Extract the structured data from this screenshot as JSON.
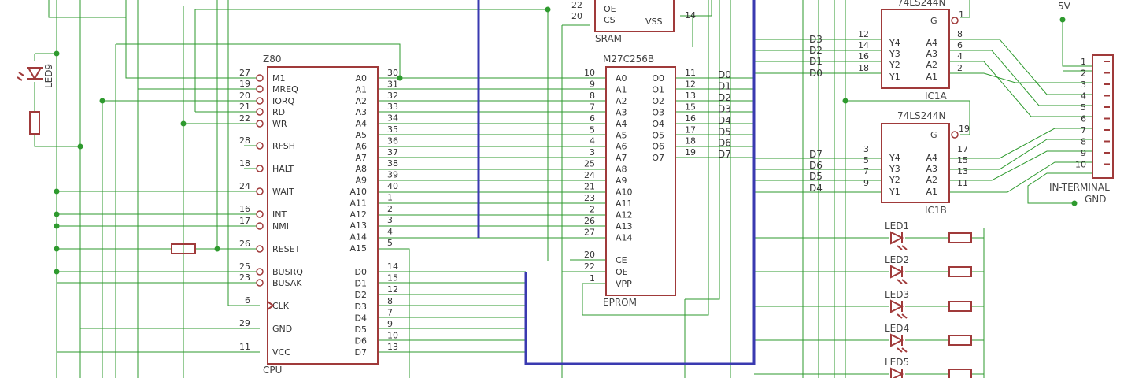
{
  "colors": {
    "wire": "#2e9a2e",
    "bus": "#3a3ab0",
    "part": "#a03a3a",
    "text": "#333333"
  },
  "cpu": {
    "name": "Z80",
    "label": "CPU",
    "left_pins": [
      {
        "num": "27",
        "name": "M1"
      },
      {
        "num": "19",
        "name": "MREQ"
      },
      {
        "num": "20",
        "name": "IORQ"
      },
      {
        "num": "21",
        "name": "RD"
      },
      {
        "num": "22",
        "name": "WR"
      },
      {
        "num": "28",
        "name": "RFSH"
      },
      {
        "num": "18",
        "name": "HALT"
      },
      {
        "num": "24",
        "name": "WAIT"
      },
      {
        "num": "16",
        "name": "INT"
      },
      {
        "num": "17",
        "name": "NMI"
      },
      {
        "num": "26",
        "name": "RESET"
      },
      {
        "num": "25",
        "name": "BUSRQ"
      },
      {
        "num": "23",
        "name": "BUSAK"
      },
      {
        "num": "6",
        "name": "CLK"
      },
      {
        "num": "29",
        "name": "GND"
      },
      {
        "num": "11",
        "name": "VCC"
      }
    ],
    "right_pins": [
      {
        "num": "30",
        "name": "A0"
      },
      {
        "num": "31",
        "name": "A1"
      },
      {
        "num": "32",
        "name": "A2"
      },
      {
        "num": "33",
        "name": "A3"
      },
      {
        "num": "34",
        "name": "A4"
      },
      {
        "num": "35",
        "name": "A5"
      },
      {
        "num": "36",
        "name": "A6"
      },
      {
        "num": "37",
        "name": "A7"
      },
      {
        "num": "38",
        "name": "A8"
      },
      {
        "num": "39",
        "name": "A9"
      },
      {
        "num": "40",
        "name": "A10"
      },
      {
        "num": "1",
        "name": "A11"
      },
      {
        "num": "2",
        "name": "A12"
      },
      {
        "num": "3",
        "name": "A13"
      },
      {
        "num": "4",
        "name": "A14"
      },
      {
        "num": "5",
        "name": "A15"
      },
      {
        "num": "14",
        "name": "D0"
      },
      {
        "num": "15",
        "name": "D1"
      },
      {
        "num": "12",
        "name": "D2"
      },
      {
        "num": "8",
        "name": "D3"
      },
      {
        "num": "7",
        "name": "D4"
      },
      {
        "num": "9",
        "name": "D5"
      },
      {
        "num": "10",
        "name": "D6"
      },
      {
        "num": "13",
        "name": "D7"
      }
    ]
  },
  "sram": {
    "label": "SRAM",
    "pins": [
      {
        "num": "22",
        "name": "OE"
      },
      {
        "num": "20",
        "name": "CS"
      }
    ],
    "vss": {
      "num": "14",
      "name": "VSS"
    }
  },
  "eprom": {
    "name": "M27C256B",
    "label": "EPROM",
    "left_pins": [
      {
        "num": "10",
        "name": "A0"
      },
      {
        "num": "9",
        "name": "A1"
      },
      {
        "num": "8",
        "name": "A2"
      },
      {
        "num": "7",
        "name": "A3"
      },
      {
        "num": "6",
        "name": "A4"
      },
      {
        "num": "5",
        "name": "A5"
      },
      {
        "num": "4",
        "name": "A6"
      },
      {
        "num": "3",
        "name": "A7"
      },
      {
        "num": "25",
        "name": "A8"
      },
      {
        "num": "24",
        "name": "A9"
      },
      {
        "num": "21",
        "name": "A10"
      },
      {
        "num": "23",
        "name": "A11"
      },
      {
        "num": "2",
        "name": "A12"
      },
      {
        "num": "26",
        "name": "A13"
      },
      {
        "num": "27",
        "name": "A14"
      }
    ],
    "ctrl_pins": [
      {
        "num": "20",
        "name": "CE"
      },
      {
        "num": "22",
        "name": "OE"
      },
      {
        "num": "1",
        "name": "VPP"
      }
    ],
    "right_pins": [
      {
        "num": "11",
        "name": "O0",
        "net": "D0"
      },
      {
        "num": "12",
        "name": "O1",
        "net": "D1"
      },
      {
        "num": "13",
        "name": "O2",
        "net": "D2"
      },
      {
        "num": "15",
        "name": "O3",
        "net": "D3"
      },
      {
        "num": "16",
        "name": "O4",
        "net": "D4"
      },
      {
        "num": "17",
        "name": "O5",
        "net": "D5"
      },
      {
        "num": "18",
        "name": "O6",
        "net": "D6"
      },
      {
        "num": "19",
        "name": "O7",
        "net": "D7"
      }
    ]
  },
  "ic1a": {
    "name": "74LS244N",
    "label": "IC1A",
    "g": {
      "num": "1",
      "name": "G"
    },
    "pins": [
      {
        "net": "D3",
        "lnum": "12",
        "lname": "Y4",
        "rname": "A4",
        "rnum": "8"
      },
      {
        "net": "D2",
        "lnum": "14",
        "lname": "Y3",
        "rname": "A3",
        "rnum": "6"
      },
      {
        "net": "D1",
        "lnum": "16",
        "lname": "Y2",
        "rname": "A2",
        "rnum": "4"
      },
      {
        "net": "D0",
        "lnum": "18",
        "lname": "Y1",
        "rname": "A1",
        "rnum": "2"
      }
    ]
  },
  "ic1b": {
    "name": "74LS244N",
    "label": "IC1B",
    "g": {
      "num": "19",
      "name": "G"
    },
    "pins": [
      {
        "net": "D7",
        "lnum": "3",
        "lname": "Y4",
        "rname": "A4",
        "rnum": "17"
      },
      {
        "net": "D6",
        "lnum": "5",
        "lname": "Y3",
        "rname": "A3",
        "rnum": "15"
      },
      {
        "net": "D5",
        "lnum": "7",
        "lname": "Y2",
        "rname": "A2",
        "rnum": "13"
      },
      {
        "net": "D4",
        "lnum": "9",
        "lname": "Y1",
        "rname": "A1",
        "rnum": "11"
      }
    ]
  },
  "terminal": {
    "label": "IN-TERMINAL",
    "pins": [
      "1",
      "2",
      "3",
      "4",
      "5",
      "6",
      "7",
      "8",
      "9",
      "10"
    ],
    "supply": "5V",
    "ground": "GND"
  },
  "leds": [
    "LED1",
    "LED2",
    "LED3",
    "LED4",
    "LED5"
  ],
  "led9": "LED9"
}
